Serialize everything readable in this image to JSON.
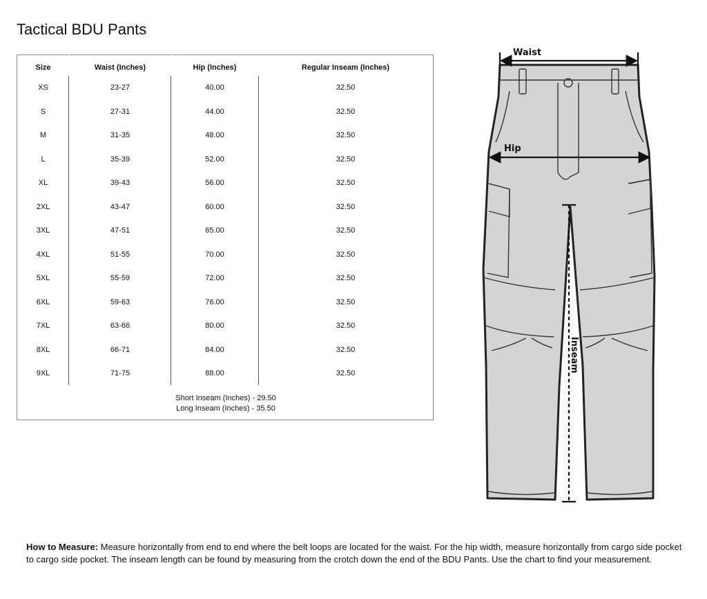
{
  "page": {
    "title": "Tactical BDU Pants"
  },
  "size_chart": {
    "headers": [
      "Size",
      "Waist (Inches)",
      "Hip (Inches)",
      "Regular Inseam (Inches)"
    ],
    "rows": [
      [
        "XS",
        "23-27",
        "40.00",
        "32.50"
      ],
      [
        "S",
        "27-31",
        "44.00",
        "32.50"
      ],
      [
        "M",
        "31-35",
        "48.00",
        "32.50"
      ],
      [
        "L",
        "35-39",
        "52.00",
        "32.50"
      ],
      [
        "XL",
        "39-43",
        "56.00",
        "32.50"
      ],
      [
        "2XL",
        "43-47",
        "60.00",
        "32.50"
      ],
      [
        "3XL",
        "47-51",
        "65.00",
        "32.50"
      ],
      [
        "4XL",
        "51-55",
        "70.00",
        "32.50"
      ],
      [
        "5XL",
        "55-59",
        "72.00",
        "32.50"
      ],
      [
        "6XL",
        "59-63",
        "76.00",
        "32.50"
      ],
      [
        "7XL",
        "63-66",
        "80.00",
        "32.50"
      ],
      [
        "8XL",
        "66-71",
        "84.00",
        "32.50"
      ],
      [
        "9XL",
        "71-75",
        "88.00",
        "32.50"
      ]
    ],
    "notes": [
      "Short Inseam (Inches) - 29.50",
      "Long Inseam (Inches) - 35.50"
    ]
  },
  "diagram": {
    "labels": {
      "waist": "Waist",
      "hip": "Hip",
      "inseam": "Inseam"
    },
    "colors": {
      "fabric": "#d4d4d4",
      "outline": "#222222"
    }
  },
  "how_to": {
    "label": "How to Measure:",
    "text": " Measure horizontally from end to end where the belt loops are located for the waist. For the hip width, measure horizontally from cargo side pocket to cargo side pocket. The inseam length can be found by measuring from the crotch down the end of the BDU Pants. Use the chart to find your measurement."
  }
}
